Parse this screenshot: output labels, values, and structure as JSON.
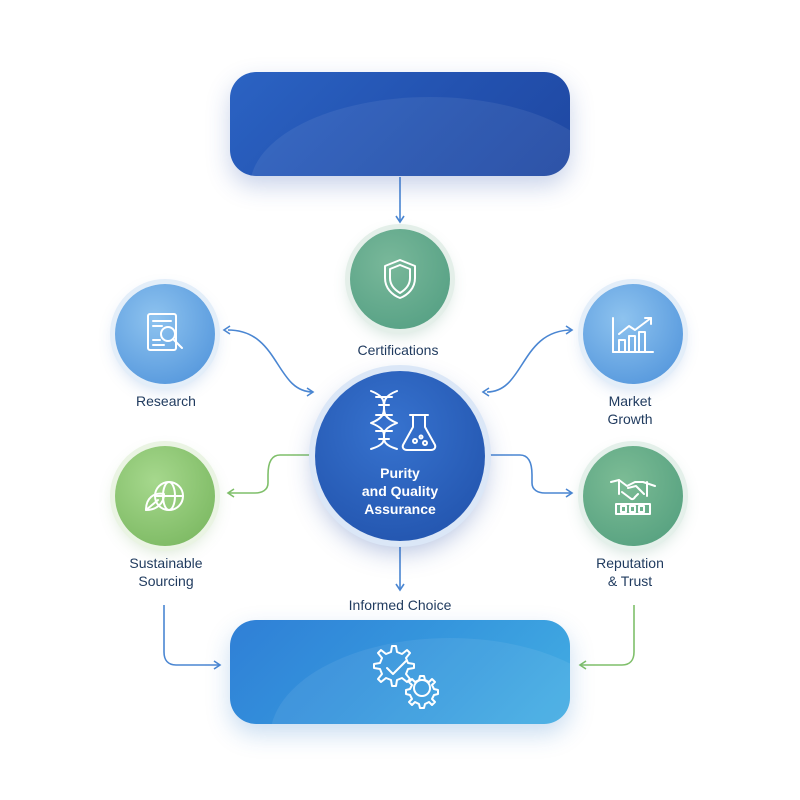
{
  "center": {
    "label": "Purity\nand Quality\nAssurance"
  },
  "nodes": [
    {
      "id": "certifications",
      "label": "Certifications",
      "icon": "shield-icon"
    },
    {
      "id": "research",
      "label": "Research",
      "icon": "document-search-icon"
    },
    {
      "id": "market-growth",
      "label": "Market\nGrowth",
      "icon": "bar-chart-growth-icon"
    },
    {
      "id": "sustainable-sourcing",
      "label": "Sustainable\nSourcing",
      "icon": "leaf-globe-icon"
    },
    {
      "id": "reputation-trust",
      "label": "Reputation\n& Trust",
      "icon": "handshake-icon"
    }
  ],
  "bottom": {
    "label": "Informed Choice",
    "icon": "gear-check-icon"
  },
  "top": {
    "icon": ""
  },
  "center_icon": "dna-flask-icon",
  "colors": {
    "dark_blue": "#2352b0",
    "light_blue": "#3596dd",
    "green_teal": "#5aa688",
    "green_light": "#8cc56a",
    "arrow_blue": "#3f7fd0",
    "arrow_green": "#7fbf6a",
    "text": "#1f3a5e"
  }
}
